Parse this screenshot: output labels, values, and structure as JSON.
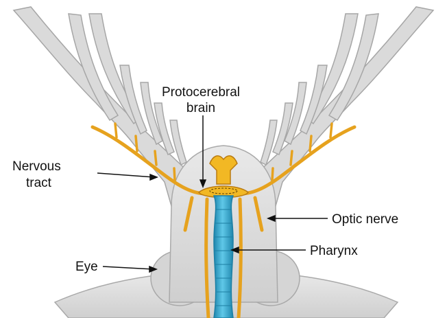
{
  "labels": {
    "protocerebral_line1": "Protocerebral",
    "protocerebral_line2": "brain",
    "nervous_line1": "Nervous",
    "nervous_line2": "tract",
    "optic_nerve": "Optic nerve",
    "pharynx": "Pharynx",
    "eye": "Eye"
  },
  "colors": {
    "body": "#dcdcdc",
    "body_edge": "#a9a9a9",
    "nerve": "#e6a21e",
    "nerve_edge": "#b97a10",
    "brain": "#f2b824",
    "pharynx": "#3fb3d6",
    "pharynx_edge": "#1d7fa3"
  }
}
